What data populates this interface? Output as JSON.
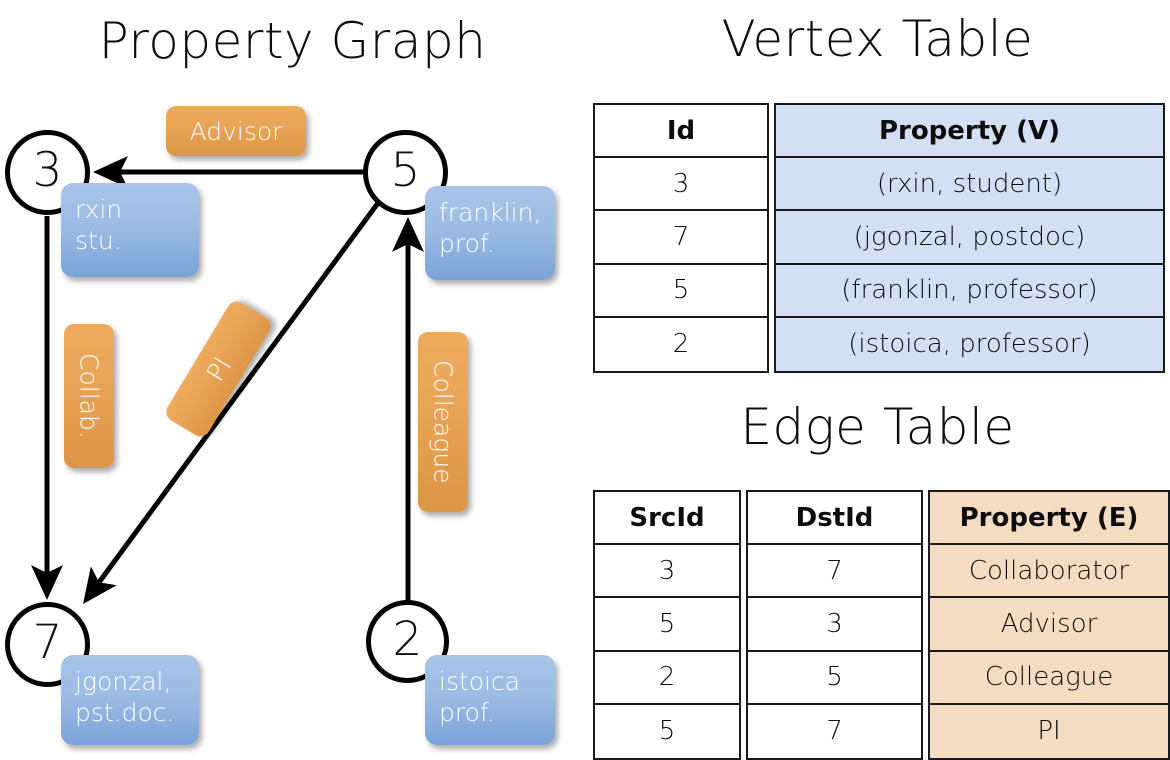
{
  "titles": {
    "property_graph": "Property Graph",
    "vertex_table": "Vertex Table",
    "edge_table": "Edge Table"
  },
  "graph": {
    "vertices": [
      {
        "id": "3",
        "name": "rxin",
        "role": "stu.",
        "box_text": "rxin\nstu."
      },
      {
        "id": "5",
        "name": "franklin",
        "role": "prof.",
        "box_text": "franklin,\nprof."
      },
      {
        "id": "7",
        "name": "jgonzal",
        "role": "pst.doc.",
        "box_text": "jgonzal,\npst.doc."
      },
      {
        "id": "2",
        "name": "istoica",
        "role": "prof.",
        "box_text": "istoica\nprof."
      }
    ],
    "edge_labels": [
      {
        "label": "Advisor",
        "src": "5",
        "dst": "3"
      },
      {
        "label": "Collab.",
        "src": "3",
        "dst": "7"
      },
      {
        "label": "PI",
        "src": "5",
        "dst": "7"
      },
      {
        "label": "Colleague",
        "src": "2",
        "dst": "5"
      }
    ]
  },
  "vertex_table": {
    "headers": [
      "Id",
      "Property (V)"
    ],
    "rows": [
      {
        "id": "3",
        "property": "(rxin, student)"
      },
      {
        "id": "7",
        "property": "(jgonzal, postdoc)"
      },
      {
        "id": "5",
        "property": "(franklin, professor)"
      },
      {
        "id": "2",
        "property": "(istoica, professor)"
      }
    ]
  },
  "edge_table": {
    "headers": [
      "SrcId",
      "DstId",
      "Property (E)"
    ],
    "rows": [
      {
        "src": "3",
        "dst": "7",
        "property": "Collaborator"
      },
      {
        "src": "5",
        "dst": "3",
        "property": "Advisor"
      },
      {
        "src": "2",
        "dst": "5",
        "property": "Colleague"
      },
      {
        "src": "5",
        "dst": "7",
        "property": "PI"
      }
    ]
  },
  "colors": {
    "vertex_property_fill": "#d3dff2",
    "edge_property_fill": "#f4dcc3",
    "node_box_blue": "#9dbce4",
    "edge_label_orange": "#e8a457",
    "stroke": "#000000",
    "background": "#ffffff"
  }
}
